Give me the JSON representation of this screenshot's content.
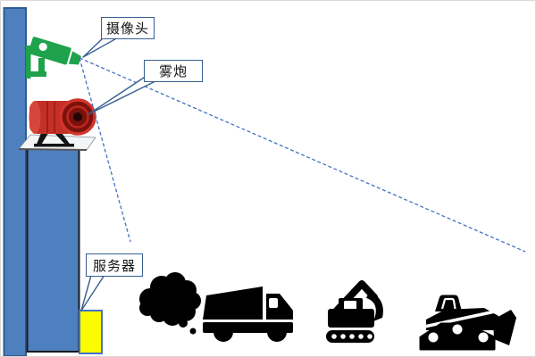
{
  "diagram": {
    "type": "dust-suppression-monitoring-schematic",
    "callouts": [
      {
        "label": "摄像头",
        "target": "cctv-camera-icon"
      },
      {
        "label": "雾炮",
        "target": "fog-cannon-icon"
      },
      {
        "label": "服务器",
        "target": "server-box"
      }
    ],
    "icons": [
      "cctv-camera-icon",
      "fog-cannon-icon",
      "server-box",
      "dust-cloud-icon",
      "dump-truck-icon",
      "excavator-icon",
      "bulldozer-icon"
    ],
    "colors": {
      "pole_blue": "#4e7fbe",
      "pole_border_blue": "#2e5c8f",
      "structure_outline": "#1a1a1a",
      "camera_green": "#1ea24b",
      "fog_cannon_red": "#c53026",
      "fog_cannon_dark_red": "#7a120d",
      "server_yellow": "#fcfc00",
      "server_border_blue": "#4472c4",
      "fov_dashed_blue": "#4472c4",
      "callout_border_blue": "#365f91",
      "vehicle_silhouette": "#000000",
      "background": "#ffffff"
    }
  }
}
